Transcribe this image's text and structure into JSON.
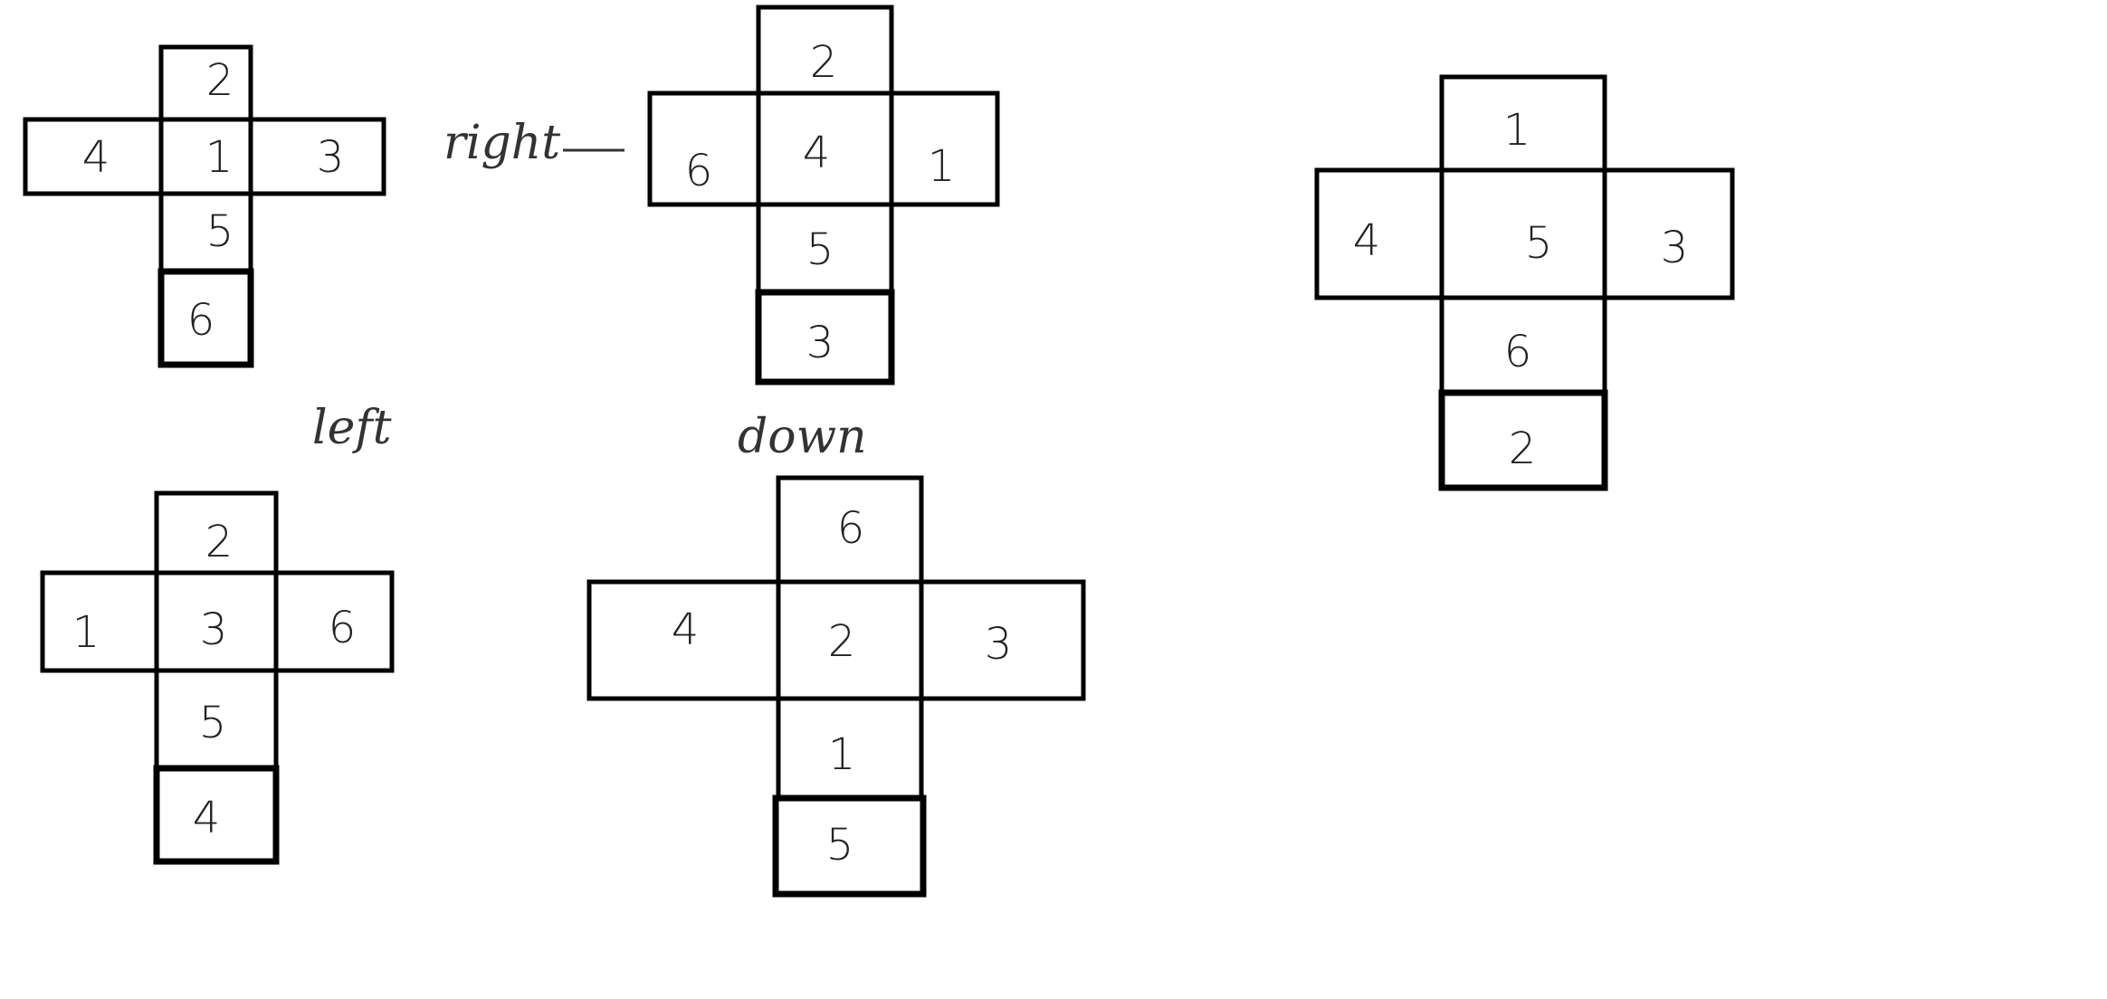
{
  "nets": [
    {
      "id": "net-top-left",
      "top": "2",
      "left": "4",
      "center": "1",
      "right": "3",
      "below": "5",
      "bottom": "6"
    },
    {
      "id": "net-top-middle",
      "top": "2",
      "left": "6",
      "center": "4",
      "right": "1",
      "below": "5",
      "bottom": "3"
    },
    {
      "id": "net-top-right",
      "top": "1",
      "left": "4",
      "center": "5",
      "right": "3",
      "below": "6",
      "bottom": "2"
    },
    {
      "id": "net-bottom-left",
      "top": "2",
      "left": "1",
      "center": "3",
      "right": "6",
      "below": "5",
      "bottom": "4"
    },
    {
      "id": "net-bottom-middle",
      "top": "6",
      "left": "4",
      "center": "2",
      "right": "3",
      "below": "1",
      "bottom": "5"
    }
  ],
  "captions": {
    "right": "right",
    "left": "left",
    "down": "down"
  }
}
